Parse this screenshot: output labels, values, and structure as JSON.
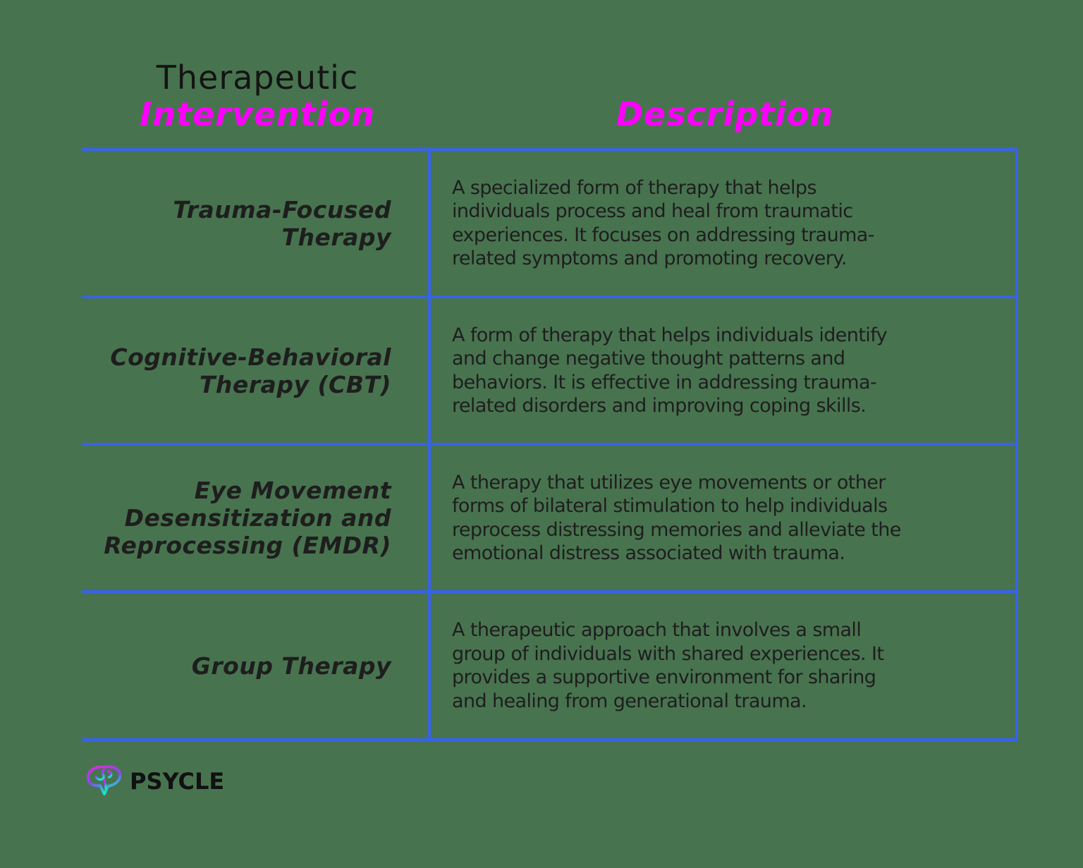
{
  "header": {
    "left_line1": "Therapeutic",
    "left_line2": "Intervention",
    "right": "Description"
  },
  "colors": {
    "background": "#48734f",
    "accent_pink": "#ff00ff",
    "border_blue": "#3763ea",
    "text": "#1e1e1e"
  },
  "rows": [
    {
      "intervention": "Trauma-Focused\nTherapy",
      "description": "A specialized form of therapy that helps\nindividuals process and heal from traumatic\nexperiences. It focuses on addressing trauma-\nrelated symptoms and promoting recovery."
    },
    {
      "intervention": "Cognitive-Behavioral\nTherapy (CBT)",
      "description": "A form of therapy that helps individuals identify\nand change negative thought patterns and\nbehaviors. It is effective in addressing trauma-\nrelated disorders and improving coping skills."
    },
    {
      "intervention": "Eye Movement\nDesensitization and\nReprocessing (EMDR)",
      "description": "A therapy that utilizes eye movements or other\nforms of bilateral stimulation to help individuals\nreprocess distressing memories and alleviate the\nemotional distress associated with trauma."
    },
    {
      "intervention": "Group Therapy",
      "description": "A therapeutic approach that involves a small\ngroup of individuals with shared experiences. It\nprovides a supportive environment for sharing\nand healing from generational trauma."
    }
  ],
  "logo": {
    "icon": "brain-icon",
    "text": "PSYCLE"
  }
}
